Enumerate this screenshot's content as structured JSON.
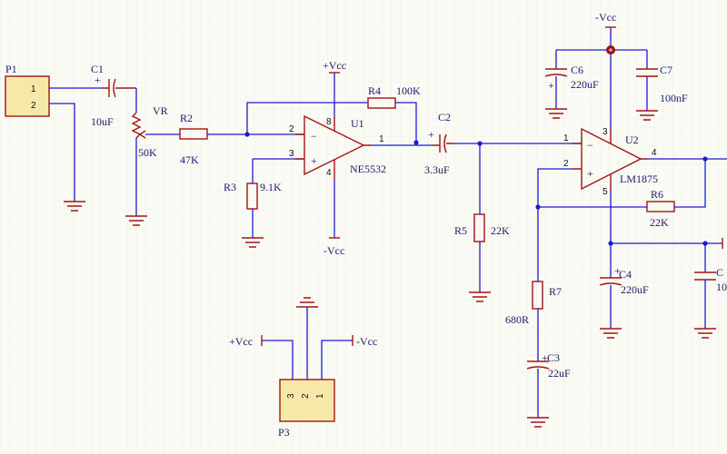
{
  "colors": {
    "wire": "#1b1bd6",
    "part": "#a01414",
    "label": "#1a1a6e",
    "connector_fill": "#f6e9a8",
    "grid": "#e8e8dd",
    "rail_dot": "#9a1010"
  },
  "connectors": {
    "p1": {
      "designator": "P1",
      "pins": [
        "1",
        "2"
      ]
    },
    "p3": {
      "designator": "P3",
      "pins": [
        "3",
        "2",
        "1"
      ]
    }
  },
  "power": {
    "vcc": "+Vcc",
    "vee": "-Vcc"
  },
  "capacitors": {
    "c1": {
      "designator": "C1",
      "value": "10uF"
    },
    "c2": {
      "designator": "C2",
      "value": "3.3uF"
    },
    "c3": {
      "designator": "C3",
      "value": "22uF"
    },
    "c4": {
      "designator": "C4",
      "value": "220uF"
    },
    "c5": {
      "designator": "C",
      "value": "10"
    },
    "c6": {
      "designator": "C6",
      "value": "220uF"
    },
    "c7": {
      "designator": "C7",
      "value": "100nF"
    }
  },
  "resistors": {
    "r2": {
      "designator": "R2",
      "value": "47K"
    },
    "r3": {
      "designator": "R3",
      "value": "9.1K"
    },
    "r4": {
      "designator": "R4",
      "value": "100K"
    },
    "r5": {
      "designator": "R5",
      "value": "22K"
    },
    "r6": {
      "designator": "R6",
      "value": "22K"
    },
    "r7": {
      "designator": "R7",
      "value": "680R"
    },
    "vr": {
      "designator": "VR",
      "value": "50K"
    }
  },
  "opamps": {
    "u1": {
      "designator": "U1",
      "part": "NE5532",
      "pins": {
        "inv": "2",
        "noninv": "3",
        "out": "1",
        "vpos": "8",
        "vneg": "4"
      }
    },
    "u2": {
      "designator": "U2",
      "part": "LM1875",
      "pins": {
        "inv": "1",
        "noninv": "2",
        "out": "4",
        "vpos": "3",
        "vneg": "5"
      }
    }
  },
  "signs": {
    "plus": "+",
    "minus": "−"
  }
}
